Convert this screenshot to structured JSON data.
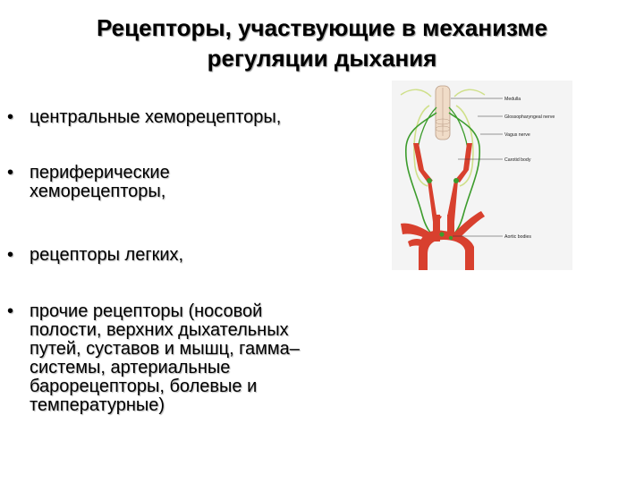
{
  "slide": {
    "title_line1": "Рецепторы, участвующие в механизме",
    "title_line2": "регуляции дыхания",
    "bullet_char": "•",
    "bullets": [
      {
        "lines": [
          "центральные хеморецепторы,"
        ]
      },
      {
        "lines": [
          "периферические",
          "хеморецепторы,"
        ]
      },
      {
        "lines": [
          "рецепторы легких,"
        ]
      },
      {
        "lines": [
          "прочие рецепторы (носовой",
          "полости, верхних дыхательных",
          "путей, суставов и мышц, гамма–",
          "системы, артериальные",
          "барорецепторы, болевые и",
          "температурные)"
        ]
      }
    ]
  },
  "figure": {
    "labels": {
      "medulla": "Medulla",
      "glossopharyngeal": "Glossopharyngeal nerve",
      "vagus": "Vagus nerve",
      "carotid": "Carotid body",
      "aortic": "Aortic bodies"
    },
    "colors": {
      "artery": "#d8402e",
      "nerve": "#3c9c2c",
      "nerve_light": "#cfe08a",
      "brainstem": "#f0dcc8"
    }
  }
}
